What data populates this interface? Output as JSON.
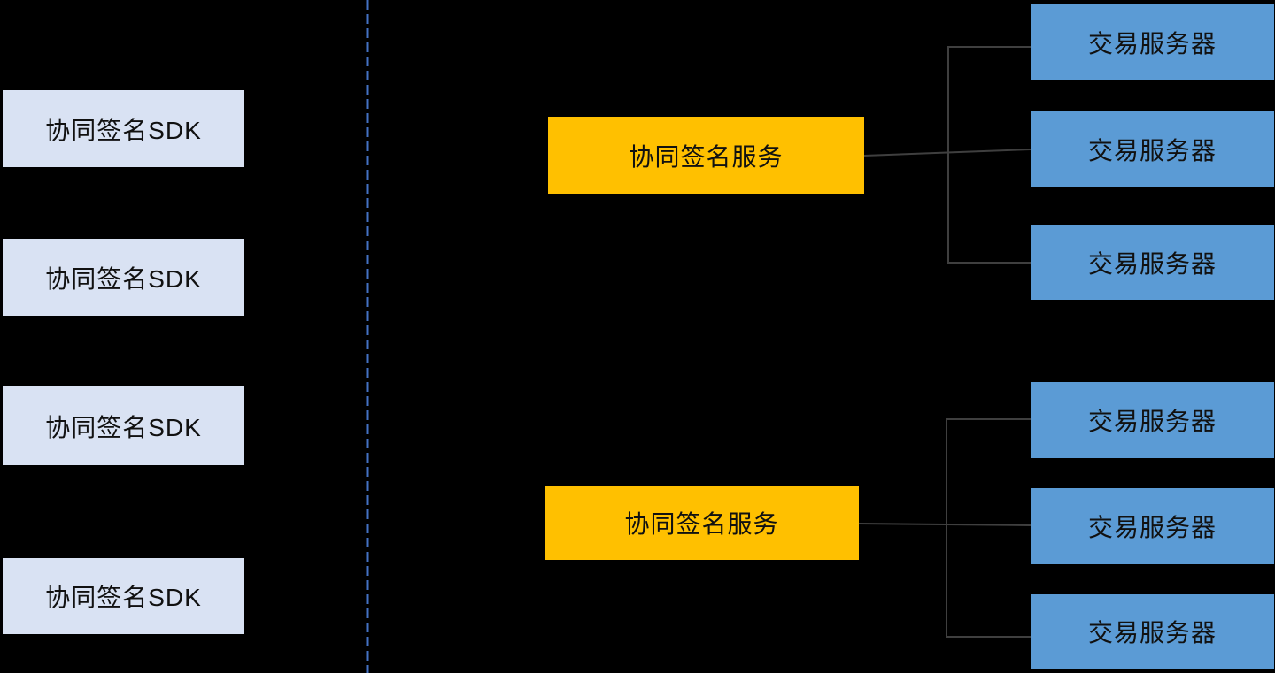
{
  "diagram": {
    "colors": {
      "background": "#000000",
      "sdk_box": "#D9E2F3",
      "service_box": "#FFC000",
      "server_box": "#5B9BD5",
      "divider": "#4472C4",
      "connector": "#3F3F3F",
      "box_text": "#111111"
    },
    "sdk_boxes": [
      {
        "label": "协同签名SDK"
      },
      {
        "label": "协同签名SDK"
      },
      {
        "label": "协同签名SDK"
      },
      {
        "label": "协同签名SDK"
      }
    ],
    "service_boxes": [
      {
        "label": "协同签名服务"
      },
      {
        "label": "协同签名服务"
      }
    ],
    "server_boxes": [
      {
        "label": "交易服务器"
      },
      {
        "label": "交易服务器"
      },
      {
        "label": "交易服务器"
      },
      {
        "label": "交易服务器"
      },
      {
        "label": "交易服务器"
      },
      {
        "label": "交易服务器"
      }
    ]
  }
}
